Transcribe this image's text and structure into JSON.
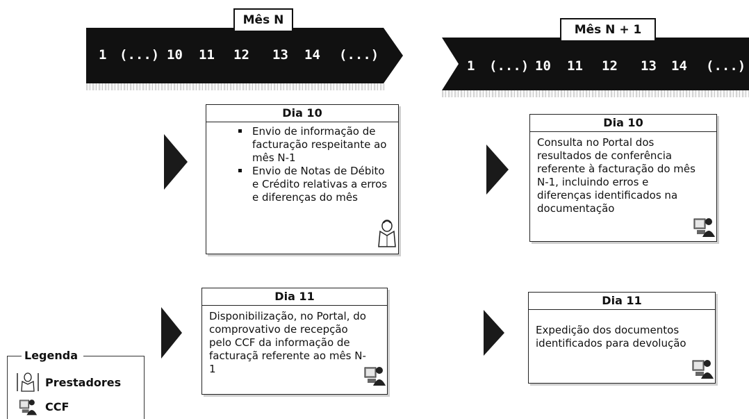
{
  "month_n": {
    "label": "Mês N",
    "days": [
      "1",
      "(...)",
      "10",
      "11",
      "12",
      "13",
      "14",
      "(...)"
    ]
  },
  "month_n1": {
    "label": "Mês N + 1",
    "days": [
      "1",
      "(...)",
      "10",
      "11",
      "12",
      "13",
      "14",
      "(...)"
    ]
  },
  "boxes": {
    "n_dia10": {
      "title": "Dia 10",
      "bullets": [
        "Envio de informação de facturação respeitante ao mês N-1",
        "Envio de Notas de Débito e Crédito relativas a erros e diferenças do mês"
      ],
      "actor_icon": "prestadores-icon"
    },
    "n_dia11": {
      "title": "Dia 11",
      "text": "Disponibilização, no Portal, do comprovativo de recepção pelo CCF da informação de facturaçã referente ao mês N-1",
      "actor_icon": "ccf-icon"
    },
    "n1_dia10": {
      "title": "Dia 10",
      "text": "Consulta no Portal dos resultados de conferência referente à facturação do mês N-1, incluindo erros e diferenças identificados na documentação",
      "actor_icon": "ccf-icon"
    },
    "n1_dia11": {
      "title": "Dia 11",
      "text": "Expedição dos documentos identificados para devolução",
      "actor_icon": "ccf-icon"
    }
  },
  "legend": {
    "title": "Legenda",
    "items": [
      {
        "label": "Prestadores",
        "icon": "prestadores-icon"
      },
      {
        "label": "CCF",
        "icon": "ccf-icon"
      }
    ]
  },
  "colors": {
    "timeline": "#111111",
    "arrow": "#1a1a1a"
  }
}
